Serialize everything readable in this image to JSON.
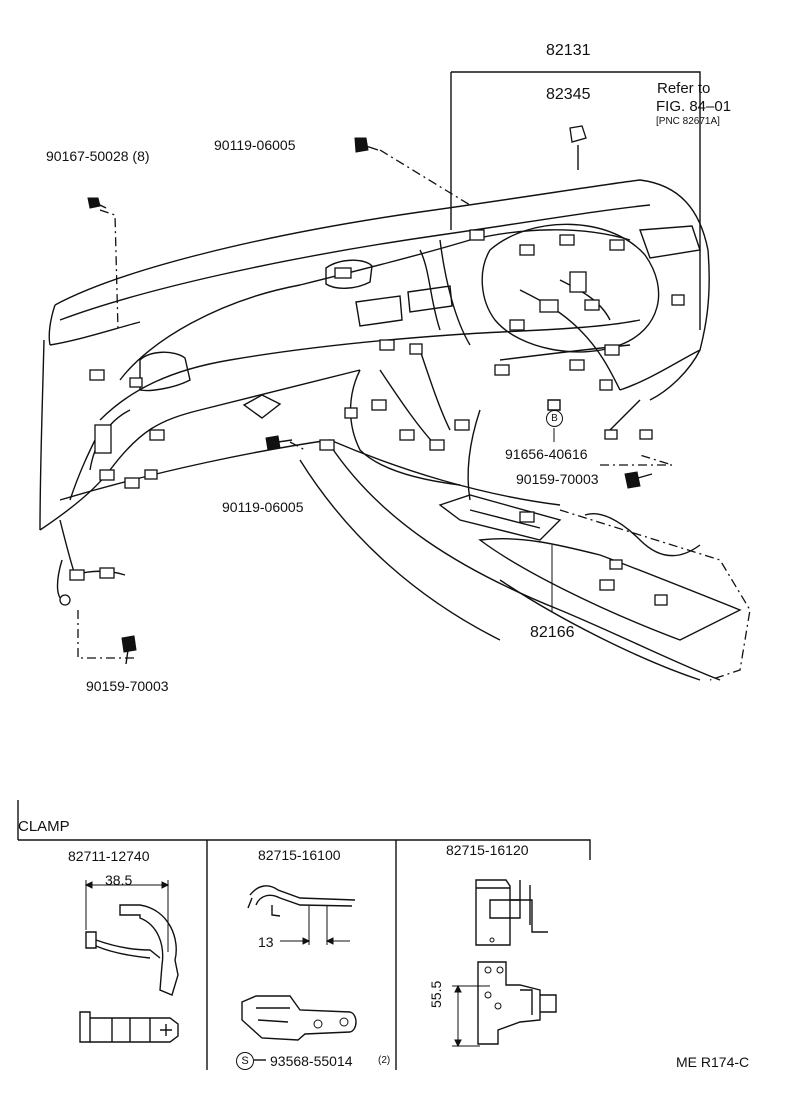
{
  "callouts": {
    "assembly_main": "82131",
    "connector_sub": "82345",
    "refer_to_line1": "Refer to",
    "refer_to_line2": "FIG. 84–01",
    "refer_to_line3": "[PNC 82671A]",
    "bolt_left_top": "90167-50028 (8)",
    "bolt_top_center": "90119-06005",
    "bolt_mid_left": "90119-06005",
    "clip_b": "91656-40616",
    "clip_b_marker": "B",
    "bolt_mid_right": "90159-70003",
    "console_wire": "82166",
    "bolt_bottom_left": "90159-70003"
  },
  "clamp": {
    "title": "CLAMP",
    "col1": {
      "part": "82711-12740",
      "dim": "38.5"
    },
    "col2": {
      "part": "82715-16100",
      "dim": "13",
      "sub_marker": "S",
      "sub_part": "93568-55014",
      "sub_qty": "(2)"
    },
    "col3": {
      "part": "82715-16120",
      "dim": "55.5"
    }
  },
  "footer": {
    "figure_code": "ME R174-C"
  },
  "icons": [
    "bolt-icon",
    "clip-icon",
    "connector-icon",
    "clamp-icon"
  ]
}
